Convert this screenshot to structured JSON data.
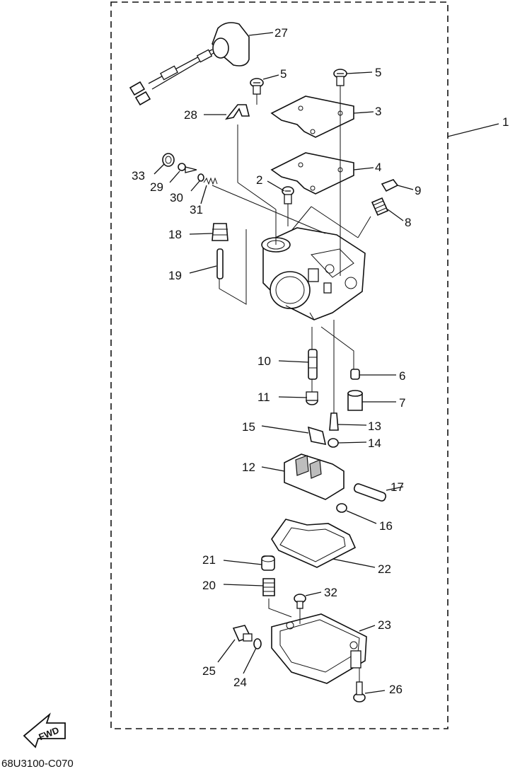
{
  "diagram": {
    "part_number": "68U3100-C070",
    "fwd_label": "FWD",
    "callouts": {
      "c1": "1",
      "c2": "2",
      "c3": "3",
      "c4": "4",
      "c5a": "5",
      "c5b": "5",
      "c6": "6",
      "c7": "7",
      "c8": "8",
      "c9": "9",
      "c10": "10",
      "c11": "11",
      "c12": "12",
      "c13": "13",
      "c14": "14",
      "c15": "15",
      "c16": "16",
      "c17": "17",
      "c18": "18",
      "c19": "19",
      "c20": "20",
      "c21": "21",
      "c22": "22",
      "c23": "23",
      "c24": "24",
      "c25": "25",
      "c26": "26",
      "c27": "27",
      "c28": "28",
      "c29": "29",
      "c30": "30",
      "c31": "31",
      "c32": "32",
      "c33": "33"
    }
  }
}
